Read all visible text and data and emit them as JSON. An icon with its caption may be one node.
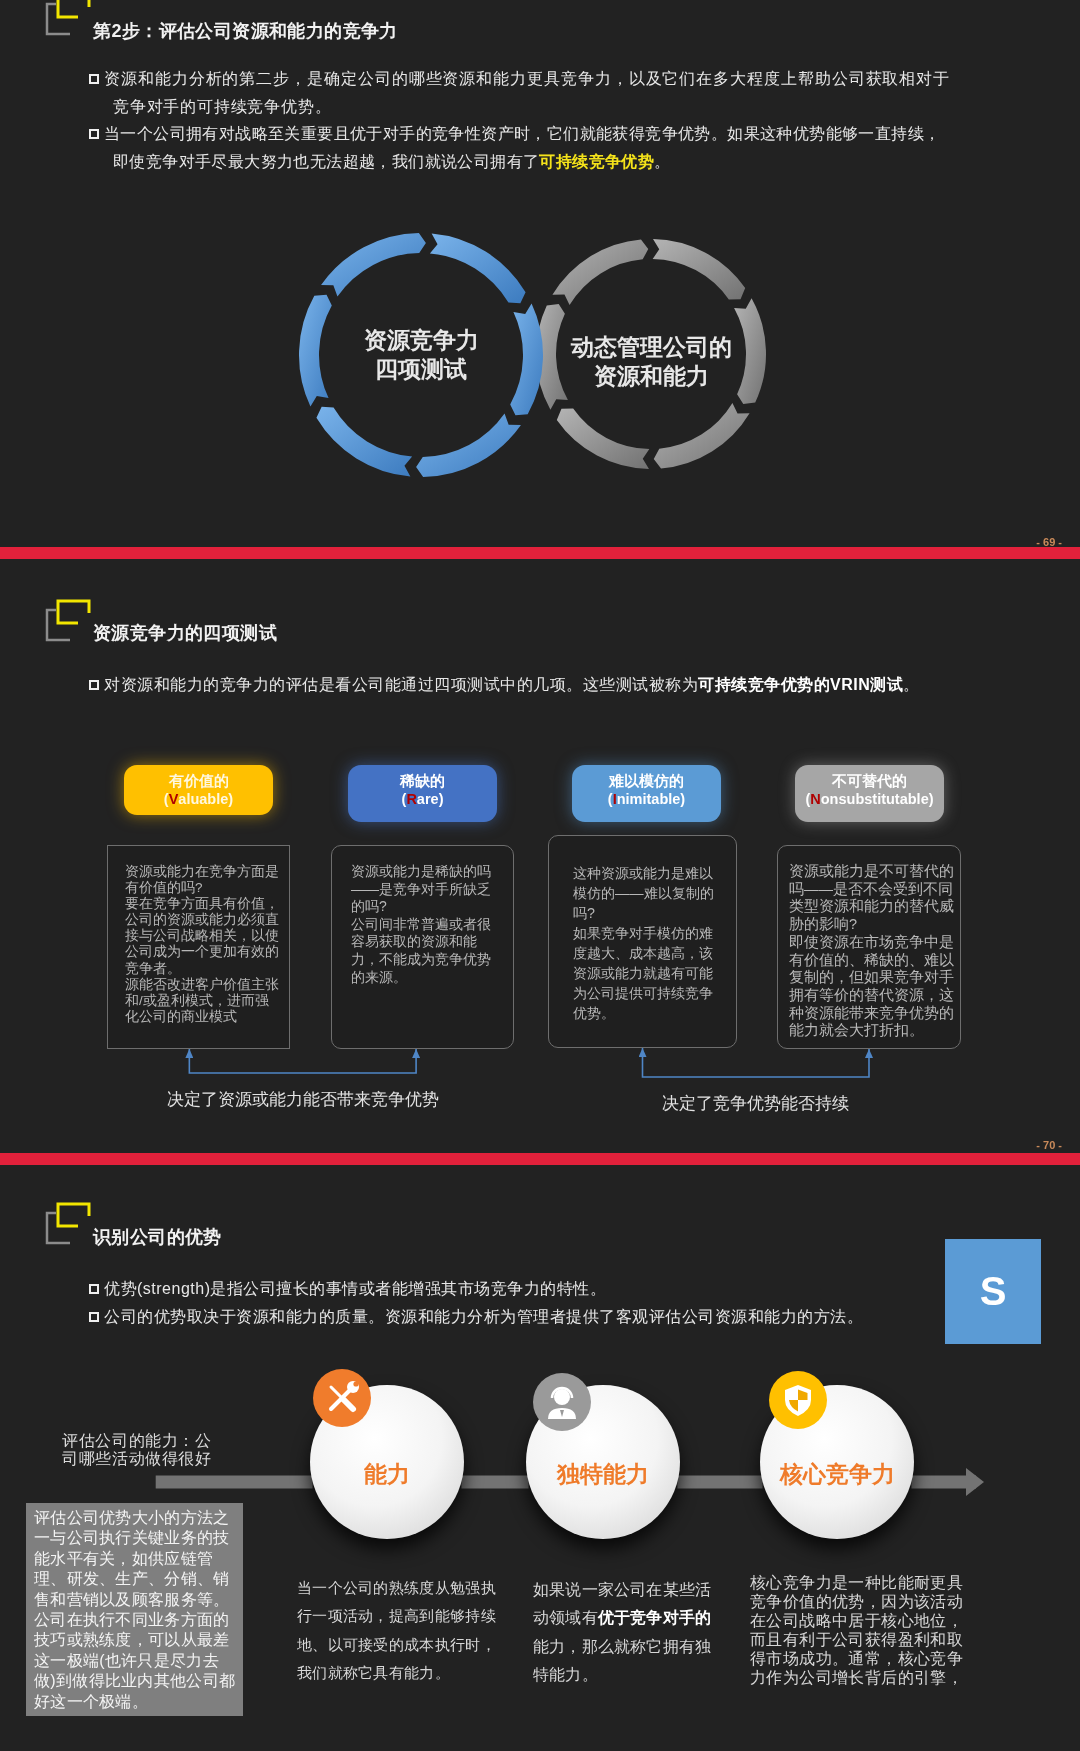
{
  "diagram": {
    "nodes": [
      {
        "text": [
          "资源竞争力四项测试"
        ]
      },
      {
        "text": [
          "动态管理公司的资源和能力"
        ]
      },
      {
        "text": [
          "有价值的",
          "(**V**aluable)"
        ]
      },
      {
        "text": [
          "稀缺的",
          "(**R**are)"
        ]
      },
      {
        "text": [
          "难以模仿的",
          "(**I**nimitable)"
        ]
      },
      {
        "text": [
          "不可替代的",
          "(**N**onsubstitutable)"
        ]
      },
      {
        "text": [
          "资源或能力在竞争方面是有价值的吗?",
          "要在竞争方面具有价值，公司的资源或能力必须直接与公司战略相关，以使公司成为一个更加有效的竞争者。",
          "源能否改进客户价值主张和/或盈利模式，进而强化公司的商业模式"
        ]
      },
      {
        "text": [
          "资源或能力是稀缺的吗——是竞争对手所缺乏的吗?",
          "公司间非常普遍或者很容易获取的资源和能力，不能成为竞争优势的来源。"
        ]
      },
      {
        "text": [
          "这种资源或能力是难以模仿的——难以复制的吗?",
          "如果竞争对手模仿的难度越大、成本越高，该资源或能力就越有可能为公司提供可持续竞争优势。"
        ]
      },
      {
        "text": [
          "资源或能力是不可替代的吗——是否不会受到不同类型资源和能力的替代威胁的影响?",
          "即使资源在市场竞争中是有价值的、稀缺的、难以复制的，但如果竞争对手拥有等价的替代资源，这种资源能带来竞争优势的能力就会大打折扣。"
        ]
      },
      {
        "text": [
          "S"
        ]
      },
      {
        "text": [
          "评估公司的能力：公司哪些活动做得很好"
        ]
      },
      {
        "text": [
          "能力"
        ],
        "beside": [
          "当一个公司的熟练度从勉强执行一项活动，提高到能够持续地、以可接受的成本执行时，我们就称它具有能力。"
        ]
      },
      {
        "text": [
          "独特能力"
        ],
        "beside": [
          "如果说一家公司在某些活动领域有**优于竞争对手的**能力，那么就称它拥有独特能力。"
        ]
      },
      {
        "text": [
          "核心竞争力"
        ],
        "beside": [
          "核心竞争力是一种比能耐更具竞争价值的优势，因为该活动在公司战略中居于核心地位，而且有利于公司获得盈利和取得市场成功。通常，核心竞争力作为公司增长背后的引擎，"
        ]
      },
      {
        "text": [
          "评估公司优势大小的方法之一与公司执行关键业务的技能水平有关，如供应链管理、研发、生产、分销、销售和营销以及顾客服务等。",
          "公司在执行不同业务方面的技巧或熟练度，可以从最差这一极端(也许只是尽力去做)到做得比业内其他公司都好这一个极端。"
        ]
      }
    ],
    "edges": [
      {
        "from": 6,
        "to": 7,
        "arrow": "both",
        "label": "决定了资源或能力能否带来竞争优势",
        "color": "#4f86c6"
      },
      {
        "from": 8,
        "to": 9,
        "arrow": "both",
        "label": "决定了竞争优势能否持续",
        "color": "#4f86c6"
      },
      {
        "from": 11,
        "to": 12,
        "arrow": "none"
      },
      {
        "from": 12,
        "to": 13,
        "arrow": "none"
      },
      {
        "from": 13,
        "to": 14,
        "arrow": "none"
      },
      {
        "from": 14,
        "to": null,
        "arrow": "to"
      }
    ],
    "labels": [
      "第2步：评估公司资源和能力的竞争力",
      "资源和能力分析的第二步，是确定公司的哪些资源和能力更具竞争力，以及它们在多大程度上帮助公司获取相对于竞争对手的可持续竞争优势。",
      "当一个公司拥有对战略至关重要且优于对手的竞争性资产时，它们就能获得竞争优势。如果这种优势能够一直持续，即使竞争对手尽最大努力也无法超越，我们就说公司拥有了**可持续竞争优势**。",
      "- 69 -",
      "资源竞争力的四项测试",
      "对资源和能力的竞争力的评估是看公司能通过四项测试中的几项。这些测试被称为**可持续竞争优势的VRIN测试**。",
      "- 70 -",
      "识别公司的优势",
      "优势(strength)是指公司擅长的事情或者能增强其市场竞争力的特性。",
      "公司的优势取决于资源和能力的质量。资源和能力分析为管理者提供了客观评估公司资源和能力的方法。"
    ]
  }
}
